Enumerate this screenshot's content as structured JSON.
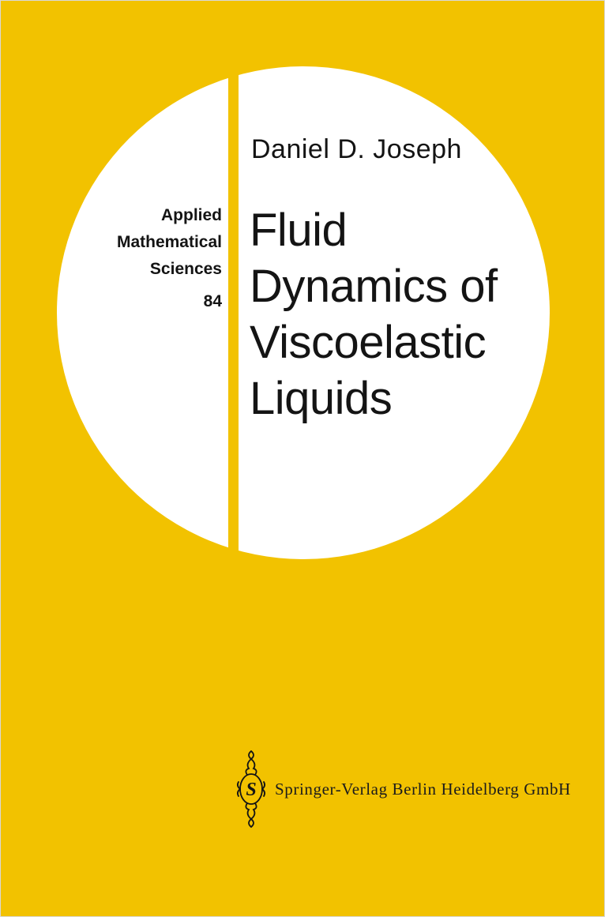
{
  "cover": {
    "author": "Daniel D. Joseph",
    "series": {
      "lines": [
        "Applied",
        "Mathematical",
        "Sciences"
      ],
      "number": "84"
    },
    "title": {
      "lines": [
        "Fluid",
        "Dynamics of",
        "Viscoelastic",
        "Liquids"
      ]
    },
    "publisher": {
      "name": "Springer-Verlag Berlin Heidelberg GmbH",
      "logo_monogram": "S"
    },
    "colors": {
      "background": "#F2C200",
      "circle": "#FFFFFF",
      "text": "#141414"
    }
  }
}
